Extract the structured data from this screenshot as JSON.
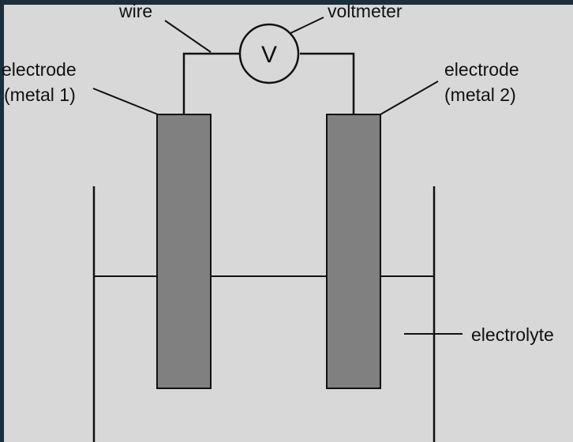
{
  "labels": {
    "wire": "wire",
    "voltmeter": "voltmeter",
    "voltmeter_symbol": "V",
    "electrode_left_line1": "electrode",
    "electrode_left_line2": "(metal 1)",
    "electrode_right_line1": "electrode",
    "electrode_right_line2": "(metal 2)",
    "electrolyte": "electrolyte"
  },
  "colors": {
    "background": "#d8d8d8",
    "frame": "#1b2f3a",
    "electrode_fill": "#808080",
    "line": "#111111"
  }
}
